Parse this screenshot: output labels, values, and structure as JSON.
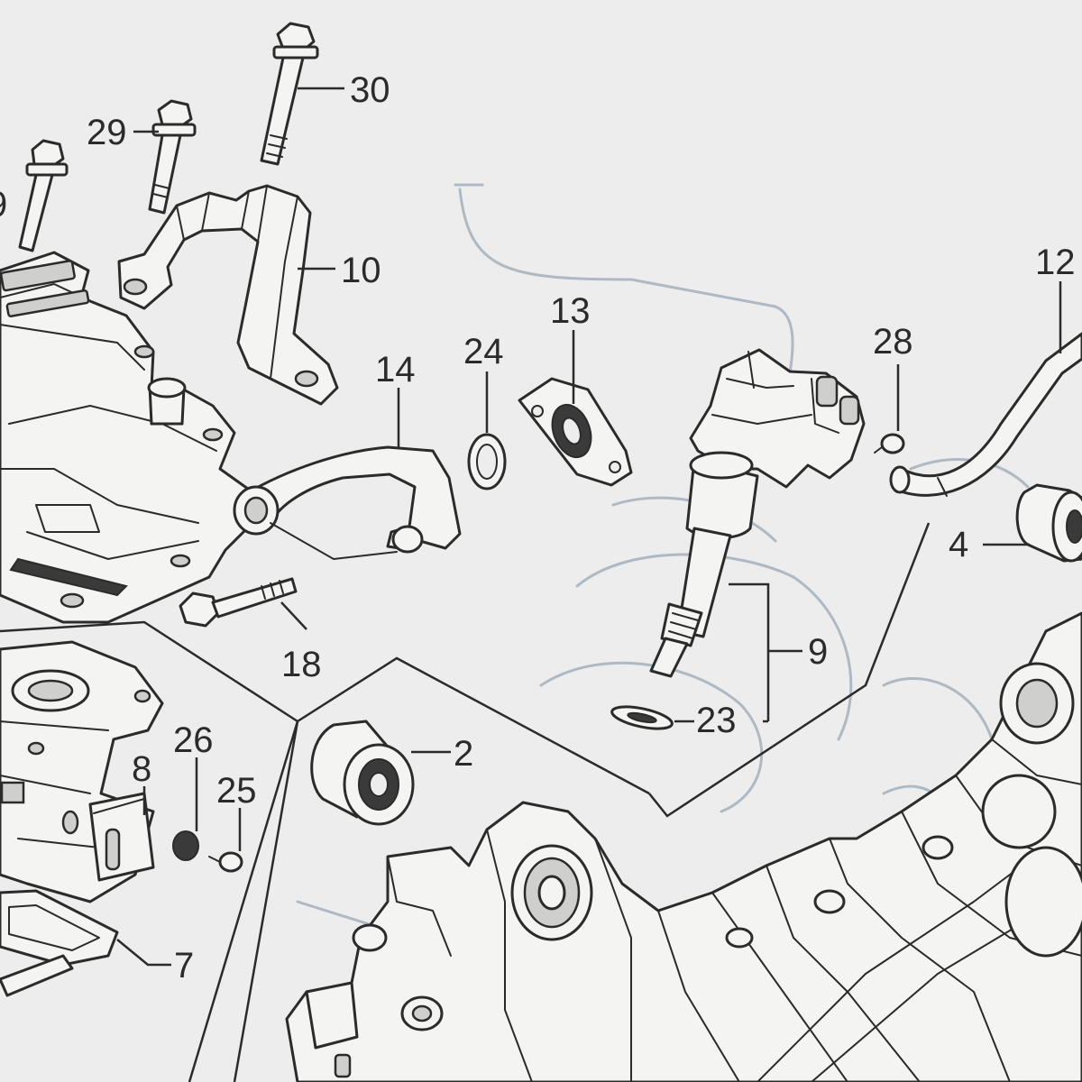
{
  "callouts": {
    "p30": "30",
    "p29": "29",
    "p29b": "9",
    "p10": "10",
    "p14": "14",
    "p24": "24",
    "p13": "13",
    "p28": "28",
    "p12": "12",
    "p4": "4",
    "p9": "9",
    "p23": "23",
    "p18": "18",
    "p2": "2",
    "p26": "26",
    "p25": "25",
    "p8": "8",
    "p7": "7"
  },
  "colors": {
    "paper": "#ecedec",
    "ink": "#2b2b2b",
    "faint_print": "#9aa7b6"
  }
}
